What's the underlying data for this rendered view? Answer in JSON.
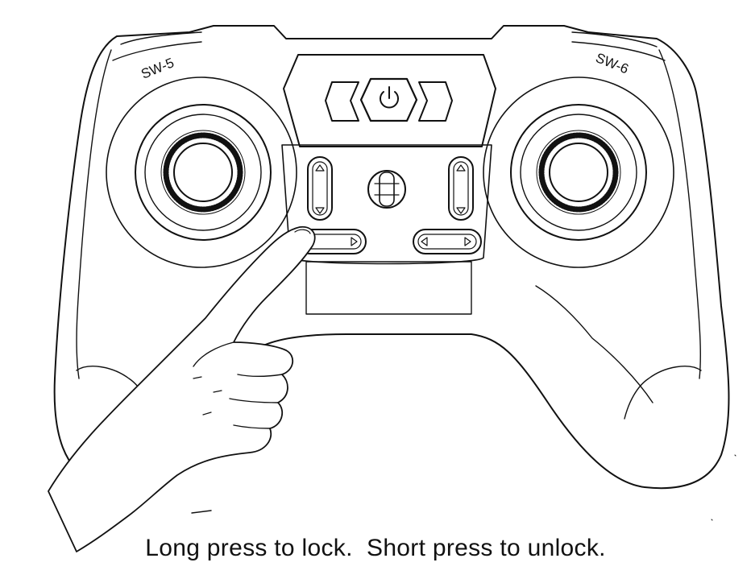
{
  "labels": {
    "sw5": "SW-5",
    "sw6": "SW-6"
  },
  "caption": "Long press to lock.  Short press to unlock.",
  "icons": [
    "power-icon",
    "up-arrow-icon",
    "down-arrow-icon",
    "left-arrow-icon",
    "right-arrow-icon",
    "hand-icon"
  ]
}
